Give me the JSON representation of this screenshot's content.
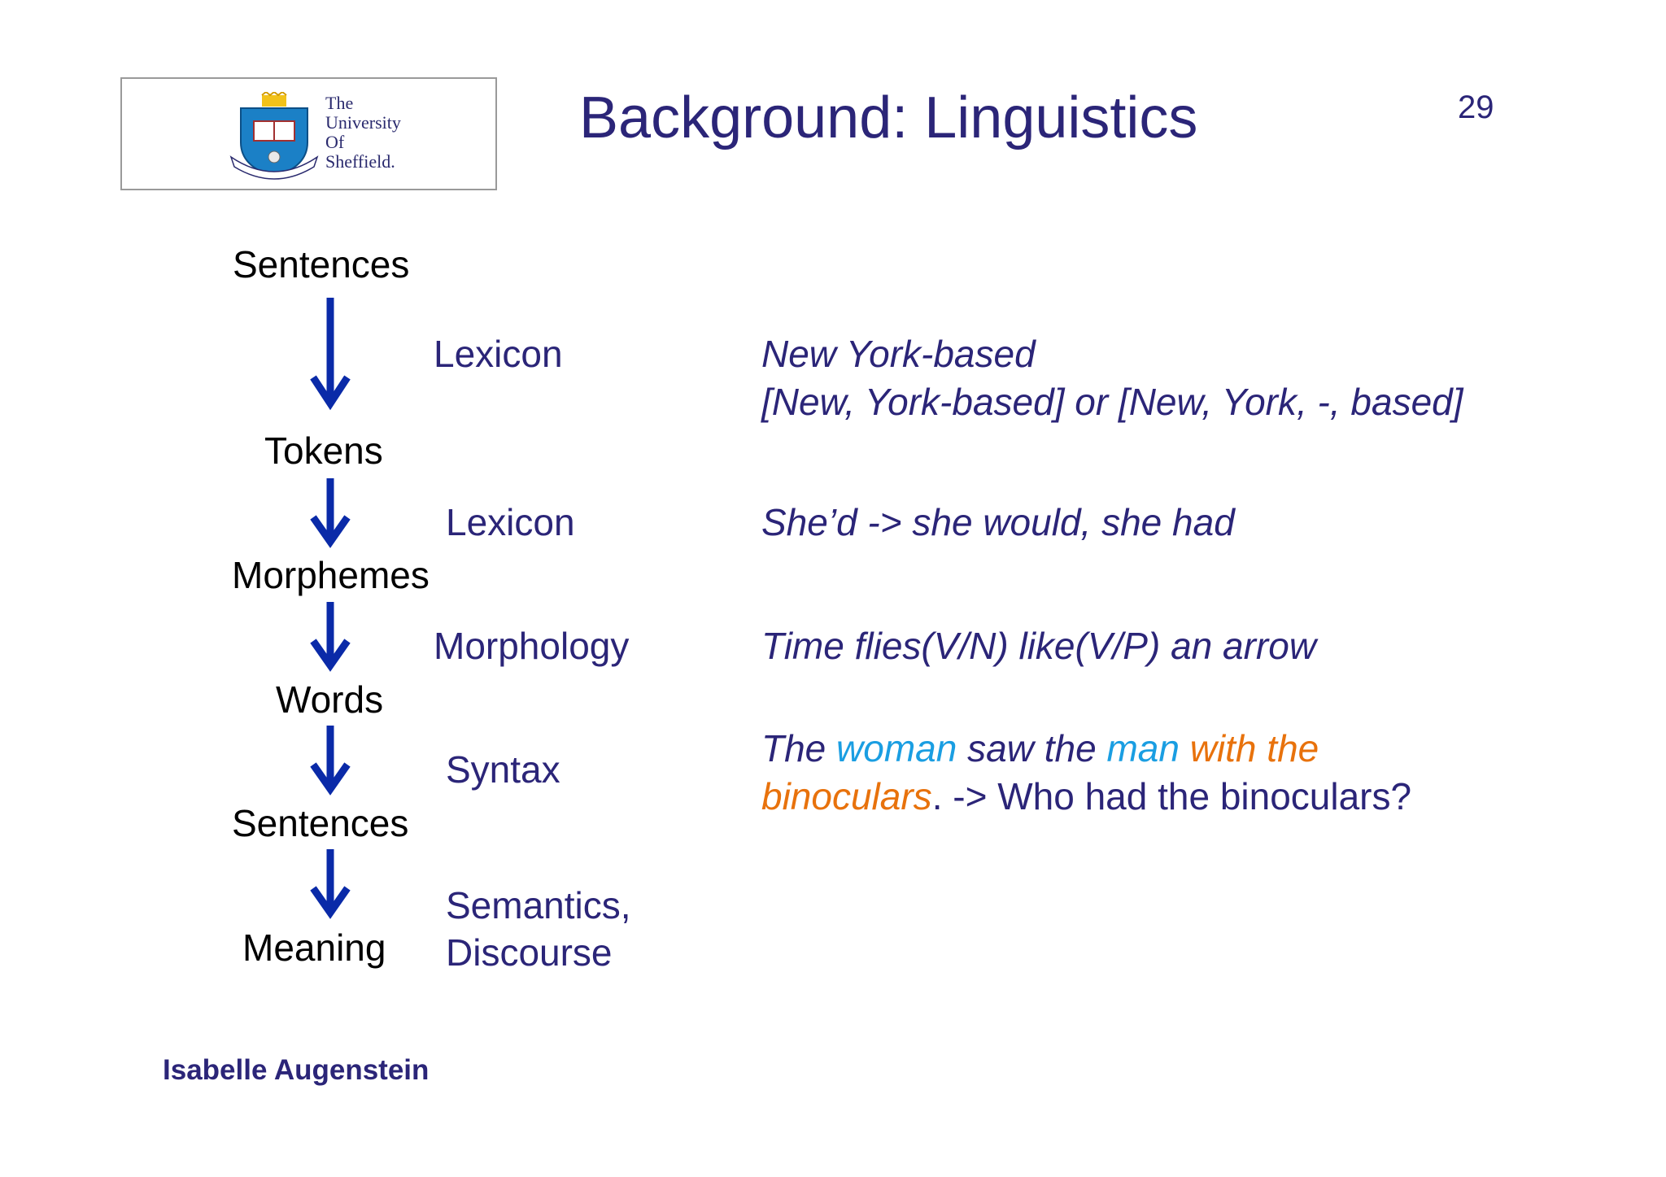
{
  "logo": {
    "text": "The\nUniversity\nOf\nSheffield."
  },
  "title": "Background: Linguistics",
  "page_number": "29",
  "pipeline": {
    "stages": [
      "Sentences",
      "Tokens",
      "Morphemes",
      "Words",
      "Sentences",
      "Meaning"
    ],
    "processes": [
      "Lexicon",
      "Lexicon",
      "Morphology",
      "Syntax",
      "Semantics,",
      "Discourse"
    ]
  },
  "examples": {
    "tokenisation_line1": "New York-based",
    "tokenisation_line2": "[New, York-based] or [New, York, -, based]",
    "contraction": "She’d -> she would, she had",
    "pos": "Time flies(V/N) like(V/P) an arrow",
    "syntax": {
      "w1": "The ",
      "w2": "woman",
      "w3": " saw the ",
      "w4": "man",
      "w5": " with the",
      "w6": "binoculars",
      "w7": ". -> Who had the binoculars?"
    }
  },
  "author": "Isabelle Augenstein",
  "colors": {
    "title": "#2b2578",
    "arrow": "#0a2aa8",
    "highlight_blue": "#1a9ee2",
    "highlight_orange": "#e8720c"
  }
}
